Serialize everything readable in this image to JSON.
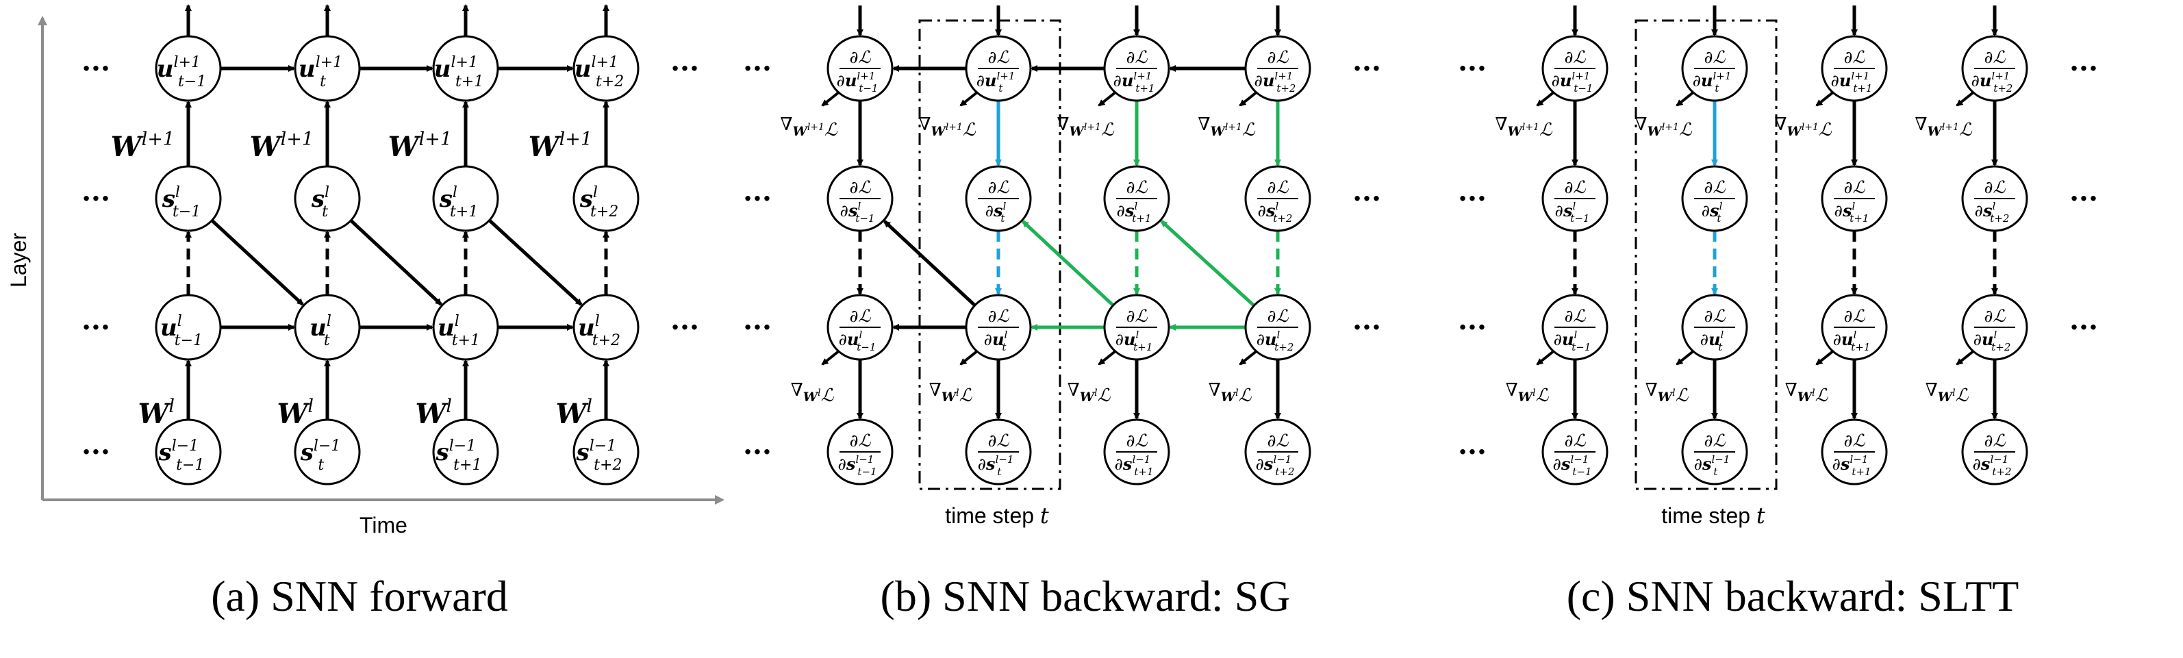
{
  "diagram": {
    "axis_y_label": "Layer",
    "axis_x_label": "Time",
    "time_window_label": "time step",
    "time_window_var": "t",
    "ellipsis": "···",
    "panels": [
      {
        "id": "a",
        "caption": "(a) SNN forward"
      },
      {
        "id": "b",
        "caption": "(b) SNN backward: SG"
      },
      {
        "id": "c",
        "caption": "(c) SNN backward: SLTT"
      }
    ],
    "subscripts": [
      "t−1",
      "t",
      "t+1",
      "t+2"
    ],
    "weights": {
      "upper": "W",
      "upper_sup": "l+1",
      "lower": "W",
      "lower_sup": "l"
    },
    "forward_rows": [
      {
        "var": "u",
        "sup": "l+1"
      },
      {
        "var": "s",
        "sup": "l"
      },
      {
        "var": "u",
        "sup": "l"
      },
      {
        "var": "s",
        "sup": "l−1"
      }
    ],
    "grad": {
      "numerator": "∂ℒ",
      "nabla": "∇",
      "loss": "ℒ"
    },
    "colors": {
      "black": "#000000",
      "blue": "#1ea2d8",
      "green": "#1db254",
      "axis": "#8c8c8c"
    }
  }
}
